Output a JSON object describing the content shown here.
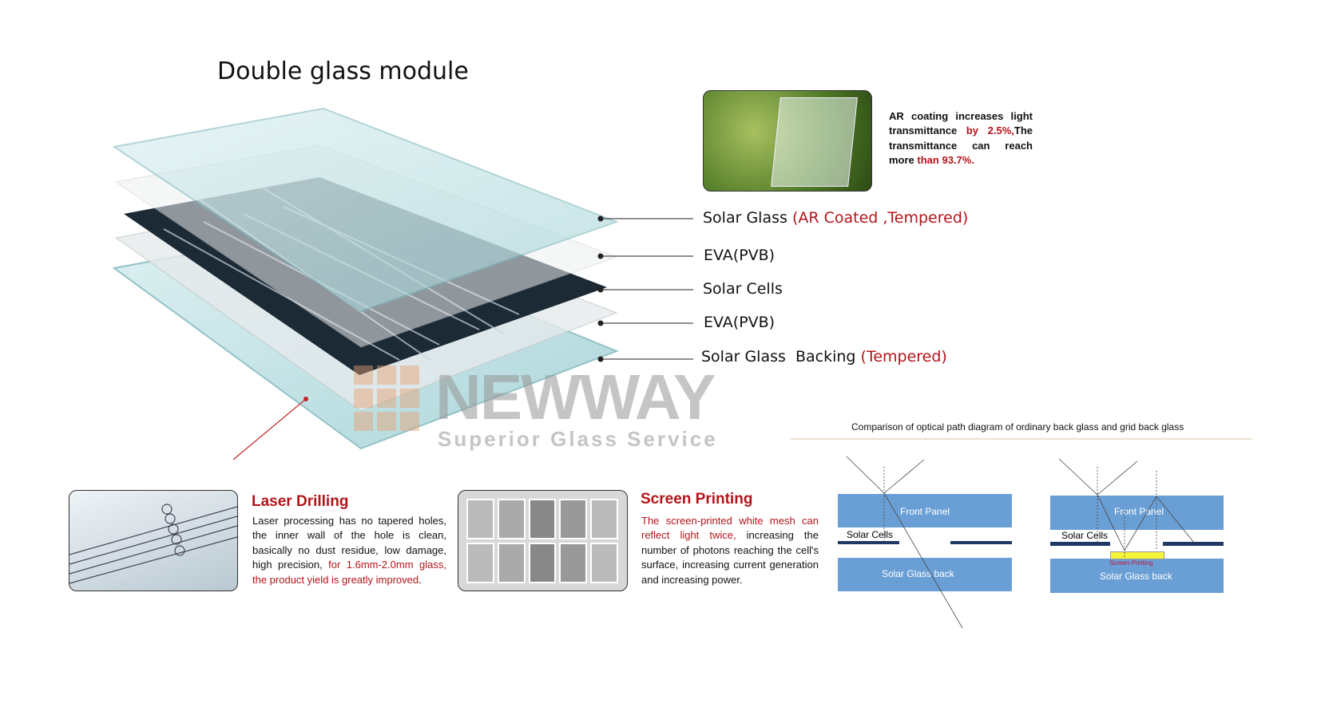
{
  "title": "Double glass module",
  "layers": [
    {
      "name": "Solar Glass",
      "extra": "(AR Coated ,Tempered)"
    },
    {
      "name": "EVA(PVB)",
      "extra": ""
    },
    {
      "name": "Solar Cells",
      "extra": ""
    },
    {
      "name": "EVA(PVB)",
      "extra": ""
    },
    {
      "name": "Solar Glass  Backing",
      "extra": "(Tempered)"
    }
  ],
  "ar": {
    "t1": "AR coating increases light transmittance ",
    "r1": "by 2.5%,",
    "t2": "The transmittance can reach more ",
    "r2": "than 93.7%."
  },
  "watermark": {
    "brand": "NEWWAY",
    "tagline": "Superior Glass Service"
  },
  "laser": {
    "title": "Laser Drilling",
    "t1": "Laser processing has no tapered holes, the inner wall of the hole is clean, basically no dust residue, low damage, high precision, ",
    "r1": "for 1.6mm-2.0mm glass, the product yield is greatly improved",
    "t2": "."
  },
  "screen": {
    "title": "Screen Printing",
    "r1": "The screen-printed white mesh can reflect light twice,",
    "t1": " increasing the number of photons reaching the cell's surface, increasing current generation and increasing power."
  },
  "comparison": {
    "title": "Comparison of optical path diagram of ordinary back glass and grid back glass",
    "front": "Front Panel",
    "cells": "Solar Cells",
    "back": "Solar Glass back",
    "printing": "Screen Printing"
  },
  "colors": {
    "accent": "#b3141a",
    "panel": "#6a9fd6",
    "bar": "#1f3864"
  }
}
